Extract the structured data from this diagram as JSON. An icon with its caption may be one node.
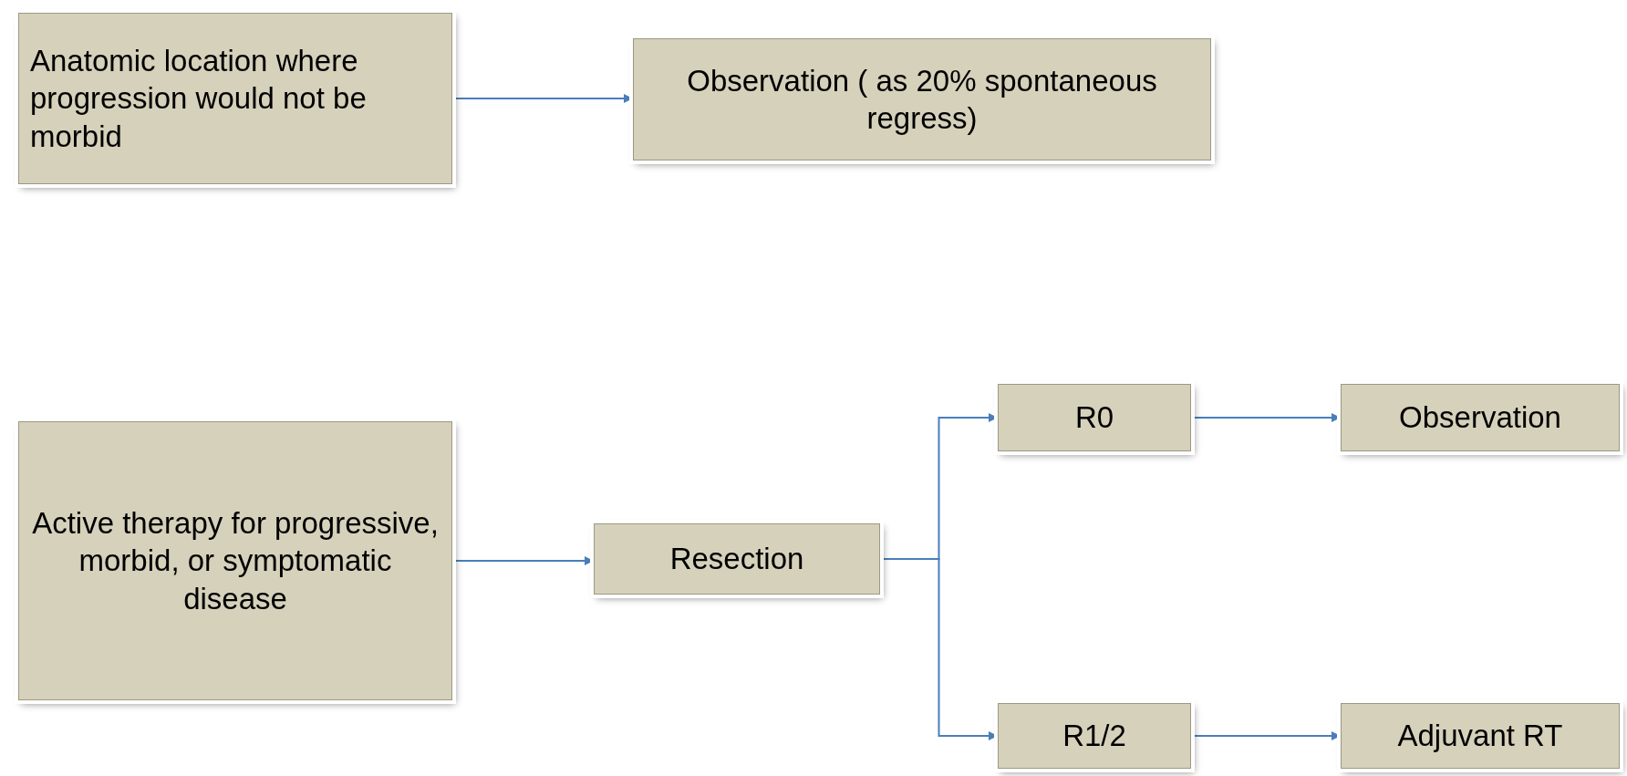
{
  "diagram": {
    "nodes": [
      {
        "text": [
          "Anatomic location where progression would not be morbid"
        ]
      },
      {
        "text": [
          "Observation ( as 20% spontaneous regress)"
        ]
      },
      {
        "text": [
          "Active therapy for progressive, morbid, or symptomatic disease"
        ]
      },
      {
        "text": [
          "Resection"
        ]
      },
      {
        "text": [
          "R0"
        ]
      },
      {
        "text": [
          "Observation"
        ]
      },
      {
        "text": [
          "R1/2"
        ]
      },
      {
        "text": [
          "Adjuvant RT"
        ]
      }
    ],
    "edges": [
      {
        "from": 0,
        "to": 1,
        "arrow": "to"
      },
      {
        "from": 2,
        "to": 3,
        "arrow": "to"
      },
      {
        "from": 3,
        "to": 4,
        "arrow": "to"
      },
      {
        "from": 3,
        "to": 6,
        "arrow": "to"
      },
      {
        "from": 4,
        "to": 5,
        "arrow": "to"
      },
      {
        "from": 6,
        "to": 7,
        "arrow": "to"
      }
    ]
  }
}
